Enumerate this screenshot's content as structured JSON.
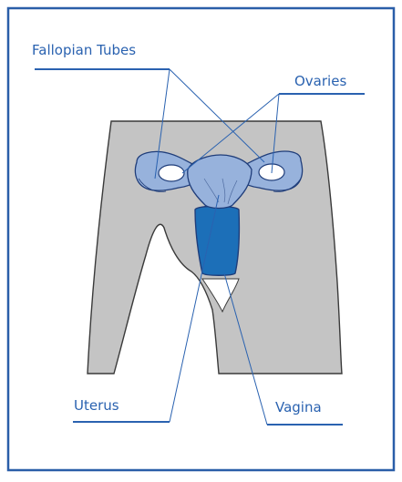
{
  "labels": {
    "fallopian_tubes": "Fallopian Tubes",
    "ovaries": "Ovaries",
    "uterus": "Uterus",
    "vagina": "Vagina"
  },
  "colors": {
    "frame_border": "#2a5ea8",
    "leader_line": "#2a62b0",
    "label_text": "#2a62b0",
    "body_fill": "#c4c4c4",
    "body_outline": "#3a3a3a",
    "organ_fill": "#97b2dc",
    "organ_outline": "#1f3d7a",
    "vagina_fill": "#1c6fb8",
    "perineum_fill": "#ffffff"
  }
}
